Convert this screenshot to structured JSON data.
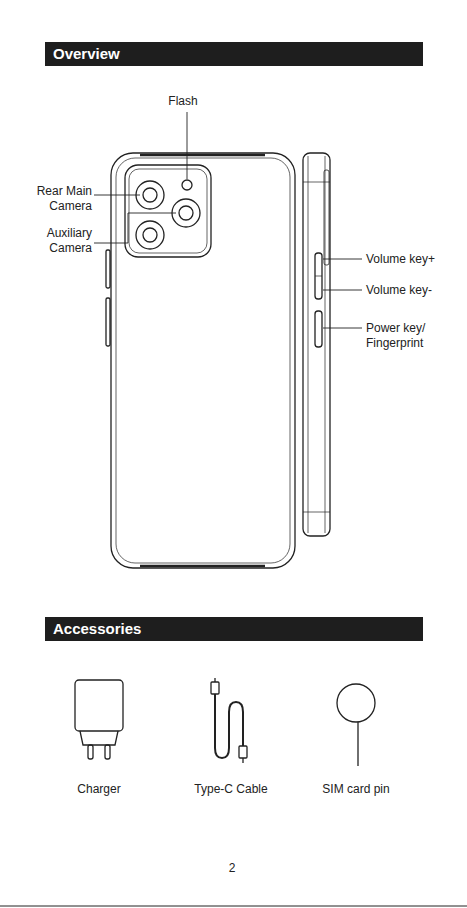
{
  "diagram": {
    "nodes": [
      {
        "text": [
          "Overview"
        ]
      },
      {
        "text": [
          "Accessories"
        ]
      }
    ],
    "labels": [
      "Flash",
      "Rear Main Camera",
      "Auxiliary Camera",
      "Volume key+",
      "Volume key-",
      "Power key/ Fingerprint",
      "Charger",
      "Type-C Cable",
      "SIM card pin",
      "2"
    ]
  }
}
